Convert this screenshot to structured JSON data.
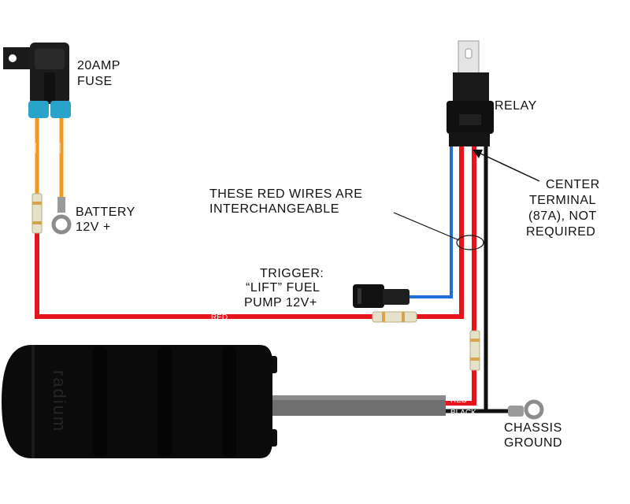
{
  "labels": {
    "fuse_line1": "20AMP",
    "fuse_line2": "FUSE",
    "battery_line1": "BATTERY",
    "battery_line2": "12V +",
    "relay": "RELAY",
    "note_line1": "THESE RED WIRES ARE",
    "note_line2": "INTERCHANGEABLE",
    "center_line1": "CENTER",
    "center_line2": "TERMINAL",
    "center_line3": "(87A), NOT",
    "center_line4": "REQUIRED",
    "trigger_line1": "TRIGGER:",
    "trigger_line2": "“LIFT” FUEL",
    "trigger_line3": "PUMP 12V+",
    "chassis_line1": "CHASSIS",
    "chassis_line2": "GROUND",
    "brand": "radium"
  },
  "wire_labels": {
    "red_main": "RED",
    "pump_red": "RED",
    "pump_black": "BLACK"
  },
  "colors": {
    "red_wire": "#e8141b",
    "orange_wire": "#f39a1c",
    "blue_wire": "#1f6fd6",
    "black_wire": "#101010",
    "fuse_teal": "#29a3c9",
    "pump_body": "#0b0b0b",
    "grey_sheath": "#6f6f6f"
  }
}
